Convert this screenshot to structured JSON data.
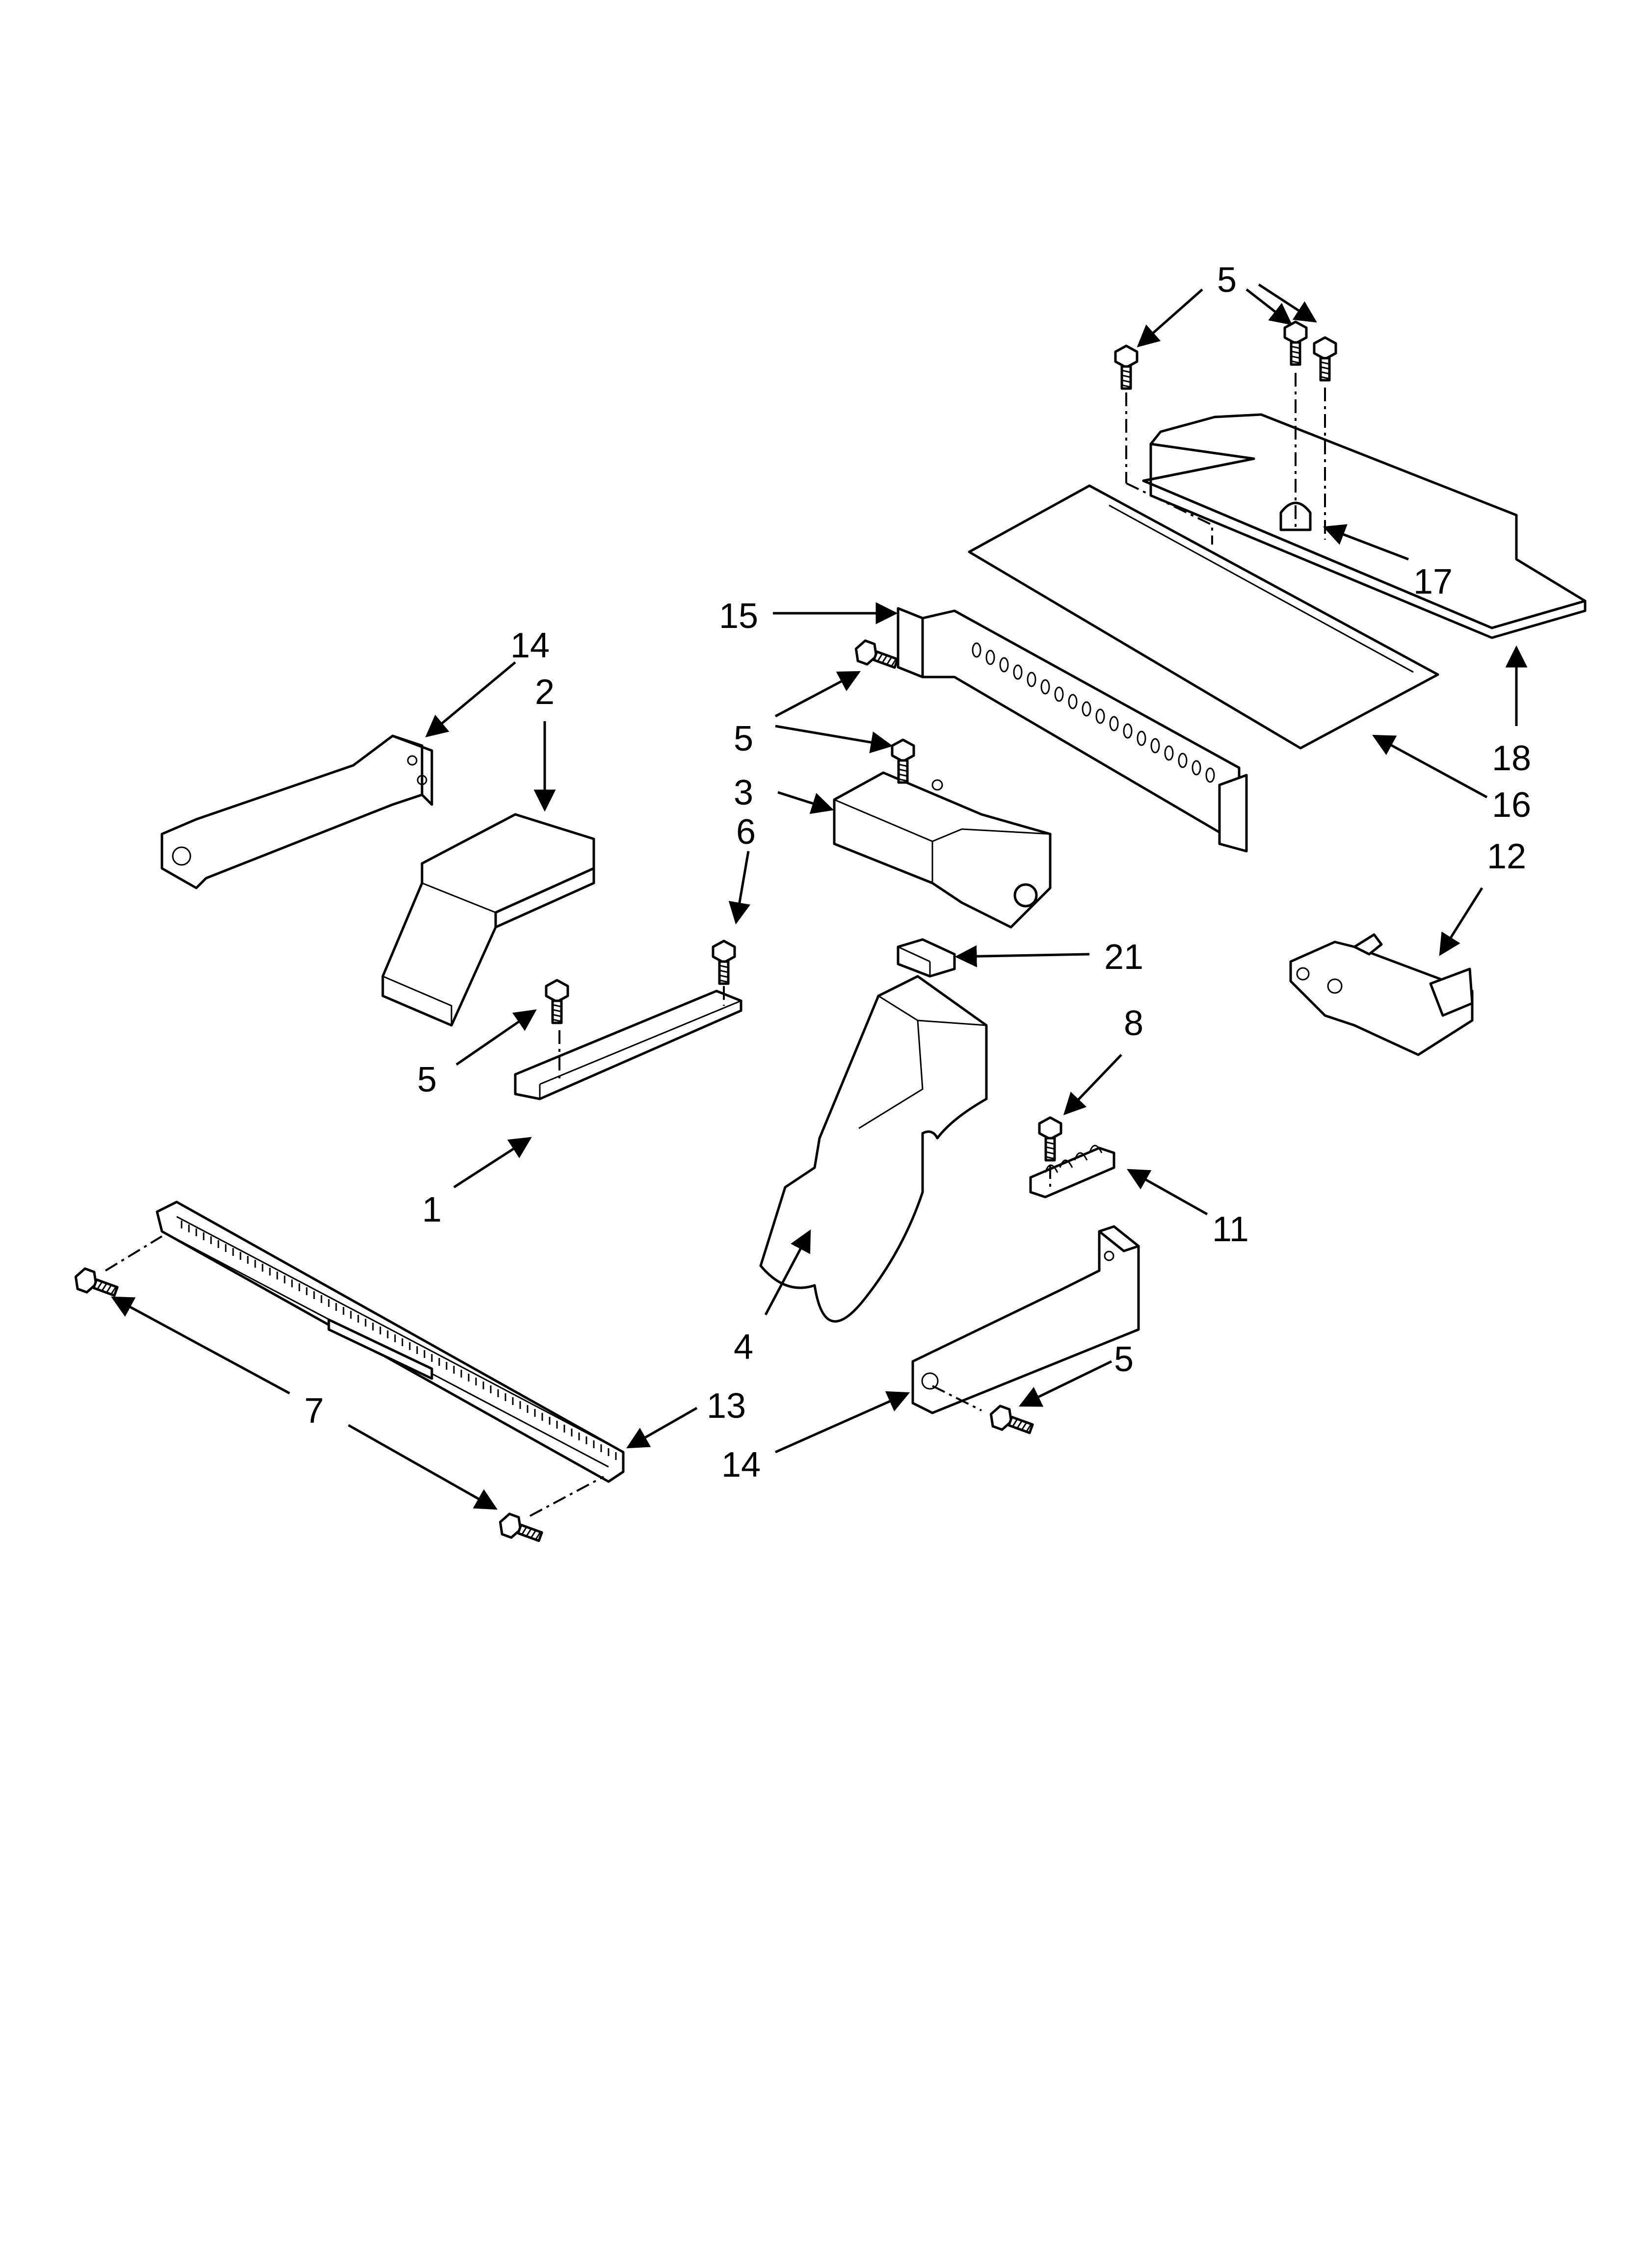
{
  "diagram": {
    "labels": {
      "callout_5_top": "5",
      "callout_17": "17",
      "callout_15": "15",
      "callout_5_mid": "5",
      "callout_18": "18",
      "callout_16": "16",
      "callout_3": "3",
      "callout_14_top": "14",
      "callout_2": "2",
      "callout_6": "6",
      "callout_12": "12",
      "callout_21": "21",
      "callout_8": "8",
      "callout_5_left": "5",
      "callout_1": "1",
      "callout_11": "11",
      "callout_4": "4",
      "callout_5_bottom": "5",
      "callout_7": "7",
      "callout_13": "13",
      "callout_14_bottom": "14"
    }
  }
}
